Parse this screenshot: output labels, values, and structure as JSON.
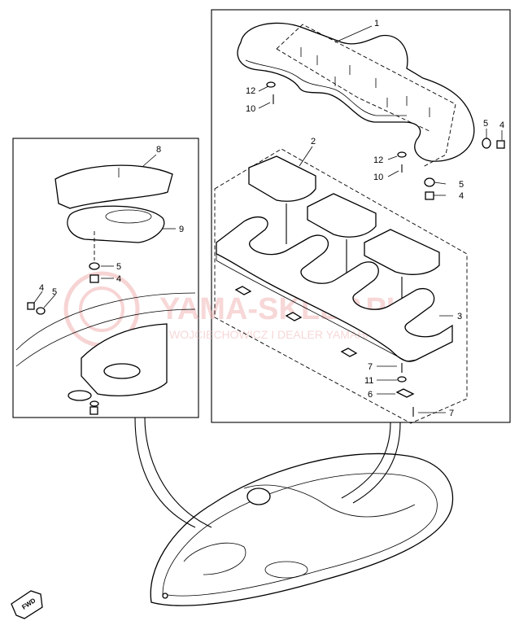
{
  "watermark": {
    "brand": "YAMA-SKLEP.PL",
    "tagline": "WOJCIECHOWICZ I DEALER YAMAHA"
  },
  "callouts": {
    "c1": "1",
    "c2": "2",
    "c3": "3",
    "c4a": "4",
    "c4b": "4",
    "c4c": "4",
    "c4d": "4",
    "c5a": "5",
    "c5b": "5",
    "c5c": "5",
    "c5d": "5",
    "c6": "6",
    "c7a": "7",
    "c7b": "7",
    "c8": "8",
    "c9": "9",
    "c10a": "10",
    "c10b": "10",
    "c11": "11",
    "c12a": "12",
    "c12b": "12"
  },
  "fwd_badge": "FWD",
  "colors": {
    "line": "#000000",
    "watermark": "#f2b8b8",
    "background": "#ffffff"
  }
}
